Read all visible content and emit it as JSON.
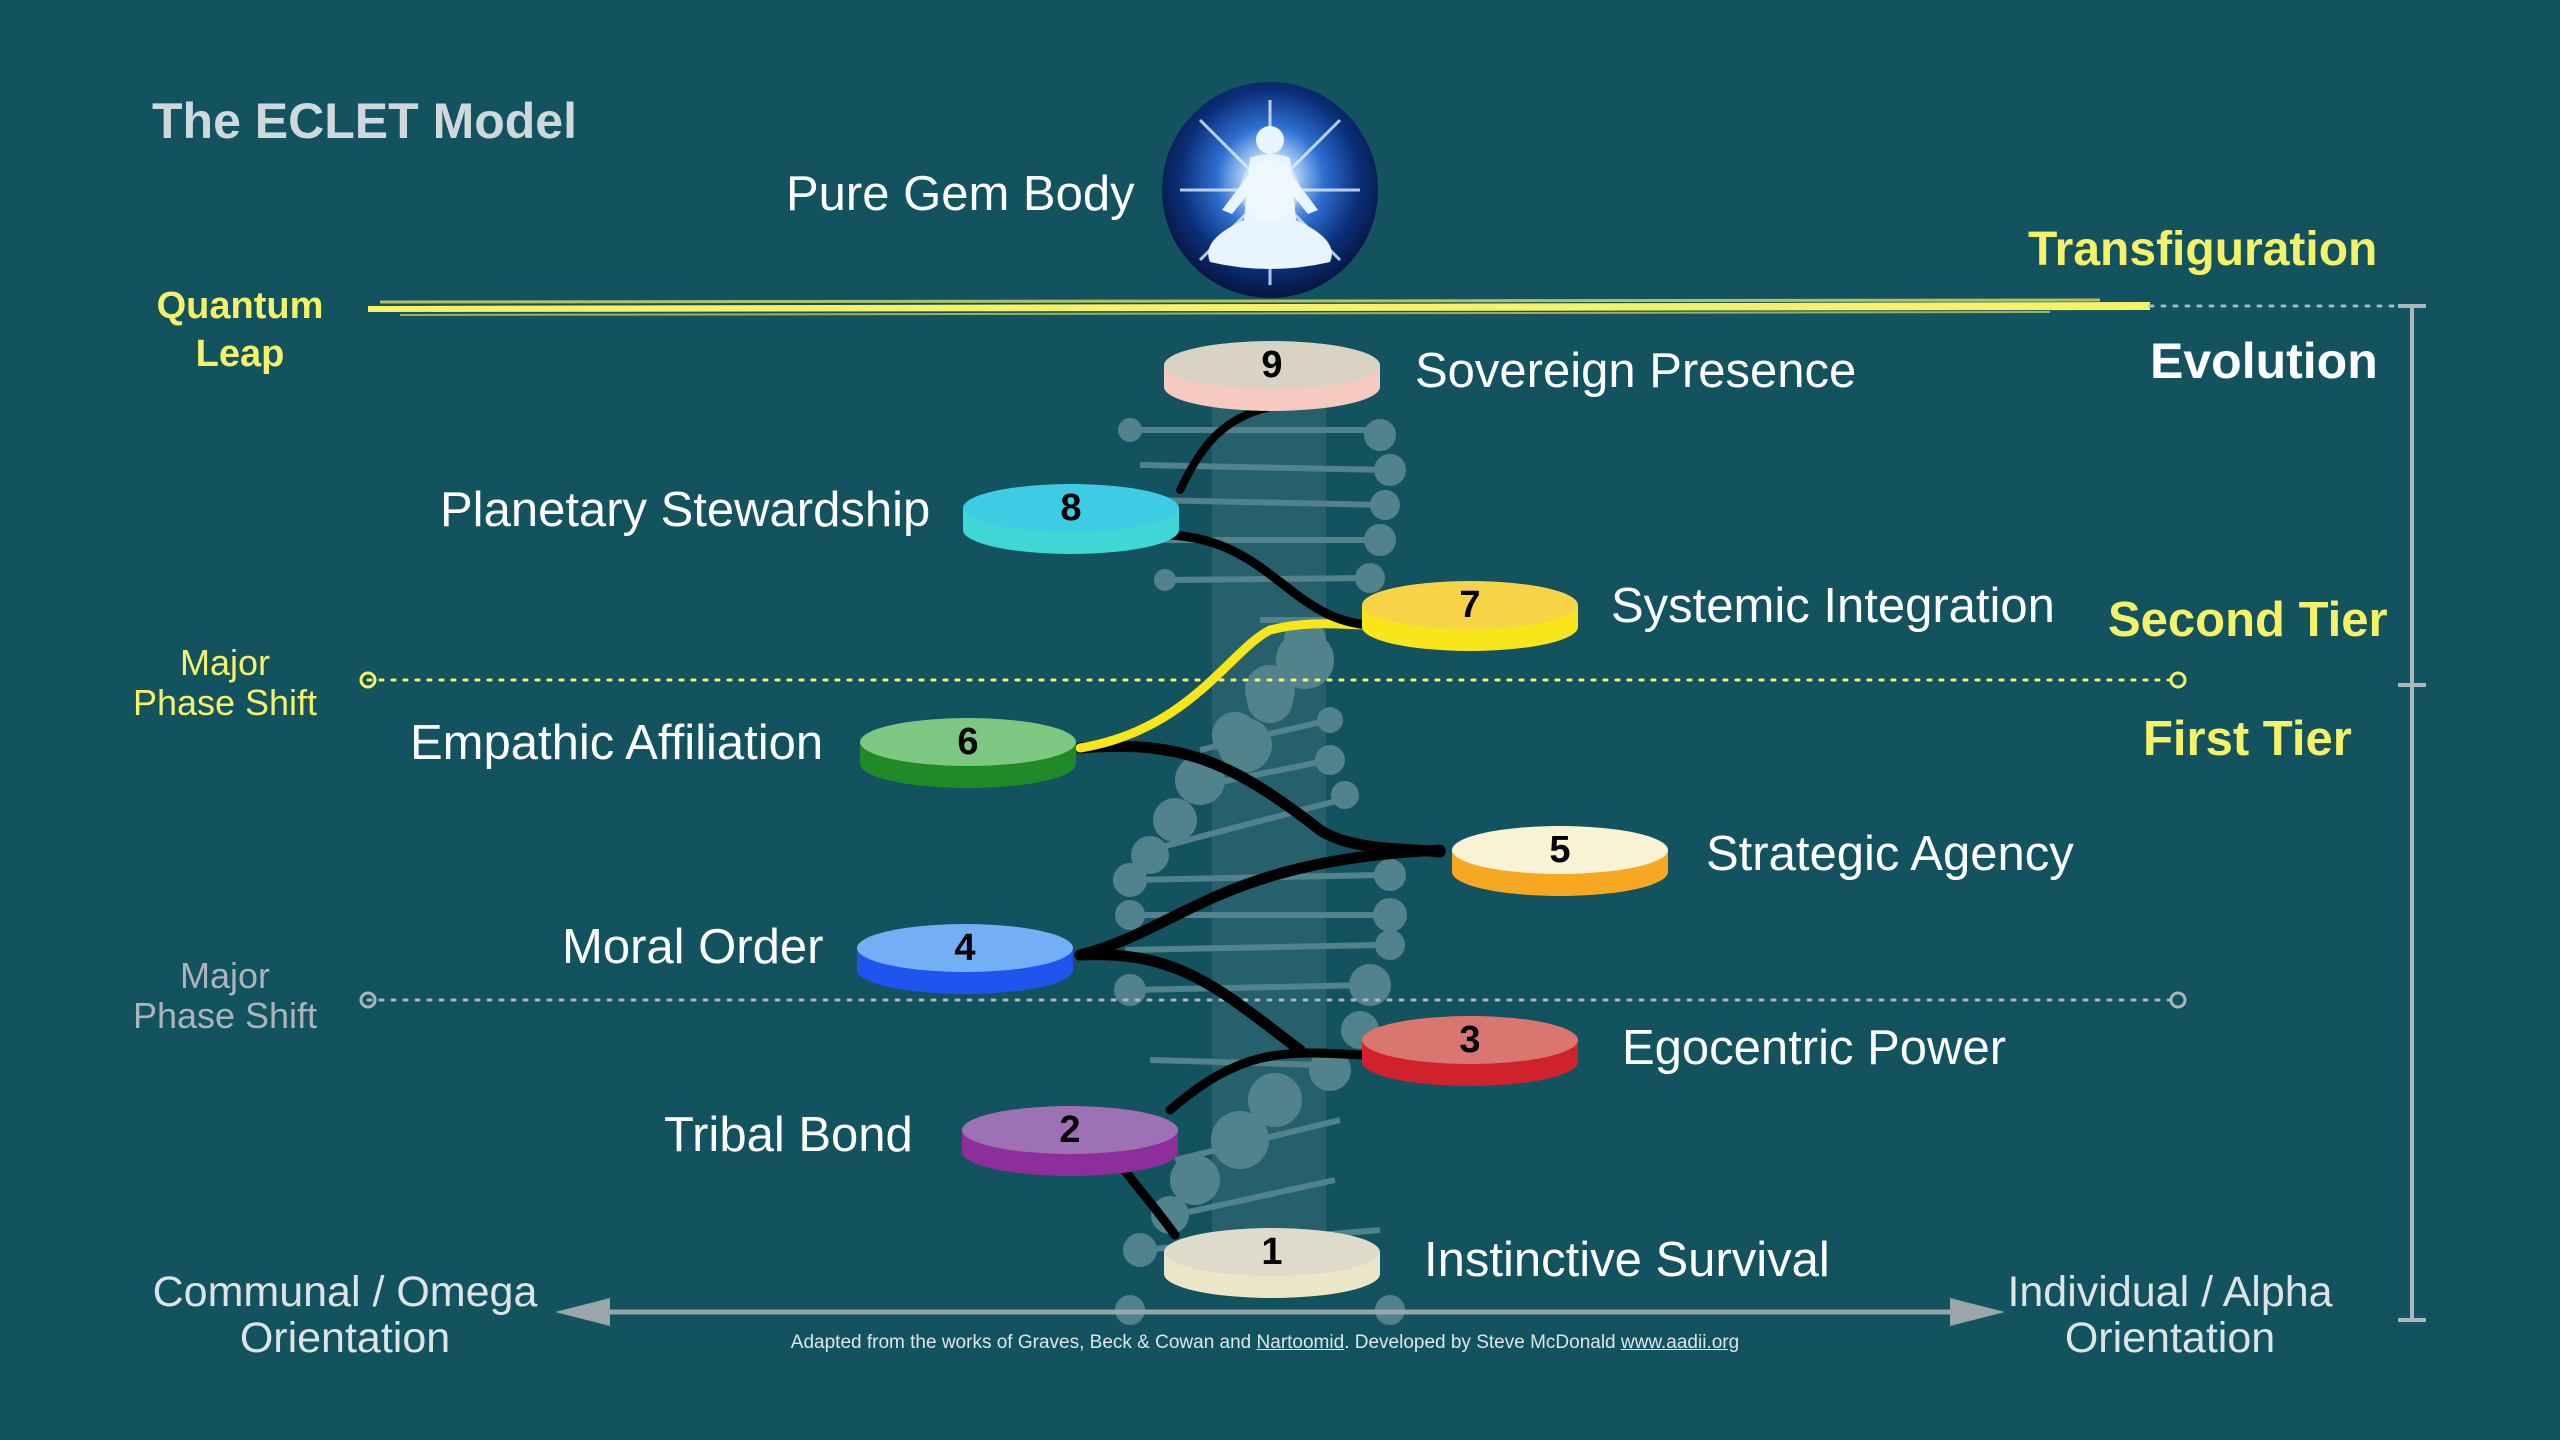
{
  "title": "The ECLET Model",
  "top_level": {
    "label": "Pure Gem Body"
  },
  "levels": [
    {
      "number": "1",
      "label": "Instinctive Survival"
    },
    {
      "number": "2",
      "label": "Tribal Bond"
    },
    {
      "number": "3",
      "label": "Egocentric Power"
    },
    {
      "number": "4",
      "label": "Moral Order"
    },
    {
      "number": "5",
      "label": "Strategic Agency"
    },
    {
      "number": "6",
      "label": "Empathic Affiliation"
    },
    {
      "number": "7",
      "label": "Systemic Integration"
    },
    {
      "number": "8",
      "label": "Planetary Stewardship"
    },
    {
      "number": "9",
      "label": "Sovereign Presence"
    }
  ],
  "quantum_leap": {
    "line1": "Quantum",
    "line2": "Leap"
  },
  "phase_shift_upper": {
    "line1": "Major",
    "line2": "Phase Shift"
  },
  "phase_shift_lower": {
    "line1": "Major",
    "line2": "Phase Shift"
  },
  "tiers": {
    "transfiguration": "Transfiguration",
    "evolution": "Evolution",
    "second_tier": "Second Tier",
    "first_tier": "First Tier"
  },
  "orientation": {
    "left_line1": "Communal / Omega",
    "left_line2": "Orientation",
    "right_line1": "Individual / Alpha",
    "right_line2": "Orientation"
  },
  "footer": {
    "part1": "Adapted from the works of Graves, Beck & Cowan and ",
    "nartoomid": "Nartoomid",
    "part2": ". Developed by Steve McDonald ",
    "link": "www.aadii.org"
  },
  "colors": {
    "background": "#13525f",
    "highlight": "#f5f26a",
    "level_1": "#ebe6c8",
    "level_2": "#8e2e9c",
    "level_3": "#d0222c",
    "level_4": "#1f55ee",
    "level_5": "#f6a823",
    "level_6": "#1f8a26",
    "level_7": "#f8e51a",
    "level_8": "#3ed7d6",
    "level_9": "#f6c9c1"
  }
}
